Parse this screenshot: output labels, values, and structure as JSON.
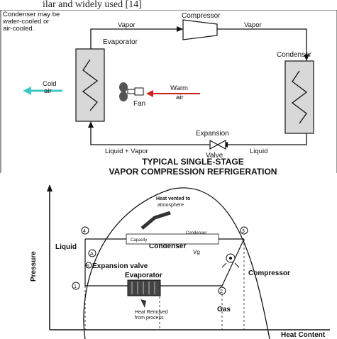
{
  "caption": "ilar and widely used [14]",
  "top_diagram": {
    "note_lines": [
      "Condenser may be",
      "water-cooled or",
      "air-cooled."
    ],
    "compressor_label": "Compressor",
    "vapor_left": "Vapor",
    "vapor_right": "Vapor",
    "evaporator_label": "Evaporator",
    "condenser_label": "Condenser",
    "cold_air_label": [
      "Cold",
      "air"
    ],
    "warm_air_label": [
      "Warm",
      "air"
    ],
    "fan_label": "Fan",
    "expansion_label": "Expansion",
    "valve_label": "Valve",
    "liquid_vapor_label": "Liquid + Vapor",
    "liquid_label": "Liquid",
    "title_line1": "TYPICAL SINGLE-STAGE",
    "title_line2": "VAPOR COMPRESSION REFRIGERATION"
  },
  "bottom_diagram": {
    "pressure_axis": "Pressure",
    "heat_axis": "Heat Content",
    "liquid_label": "Liquid",
    "gas_label": "Gas",
    "condenser_label": "Condenser",
    "expansion_valve_label": "Expansion valve",
    "evaporator_label": "Evaporator",
    "compressor_label": "Compressor",
    "heat_vented_lines": [
      "Heat vented to",
      "atmosphere"
    ],
    "heat_removed_lines": [
      "Heat Removed",
      "from process"
    ],
    "small_labels": [
      "Capacity",
      "Condenser",
      "Vg"
    ],
    "point_labels": [
      "1",
      "2",
      "3",
      "4"
    ],
    "point_labels_small": [
      "A",
      "B"
    ]
  },
  "colors": {
    "cold_air": "#3fc7c7",
    "warm_air": "#cc2222",
    "line": "#111111"
  }
}
